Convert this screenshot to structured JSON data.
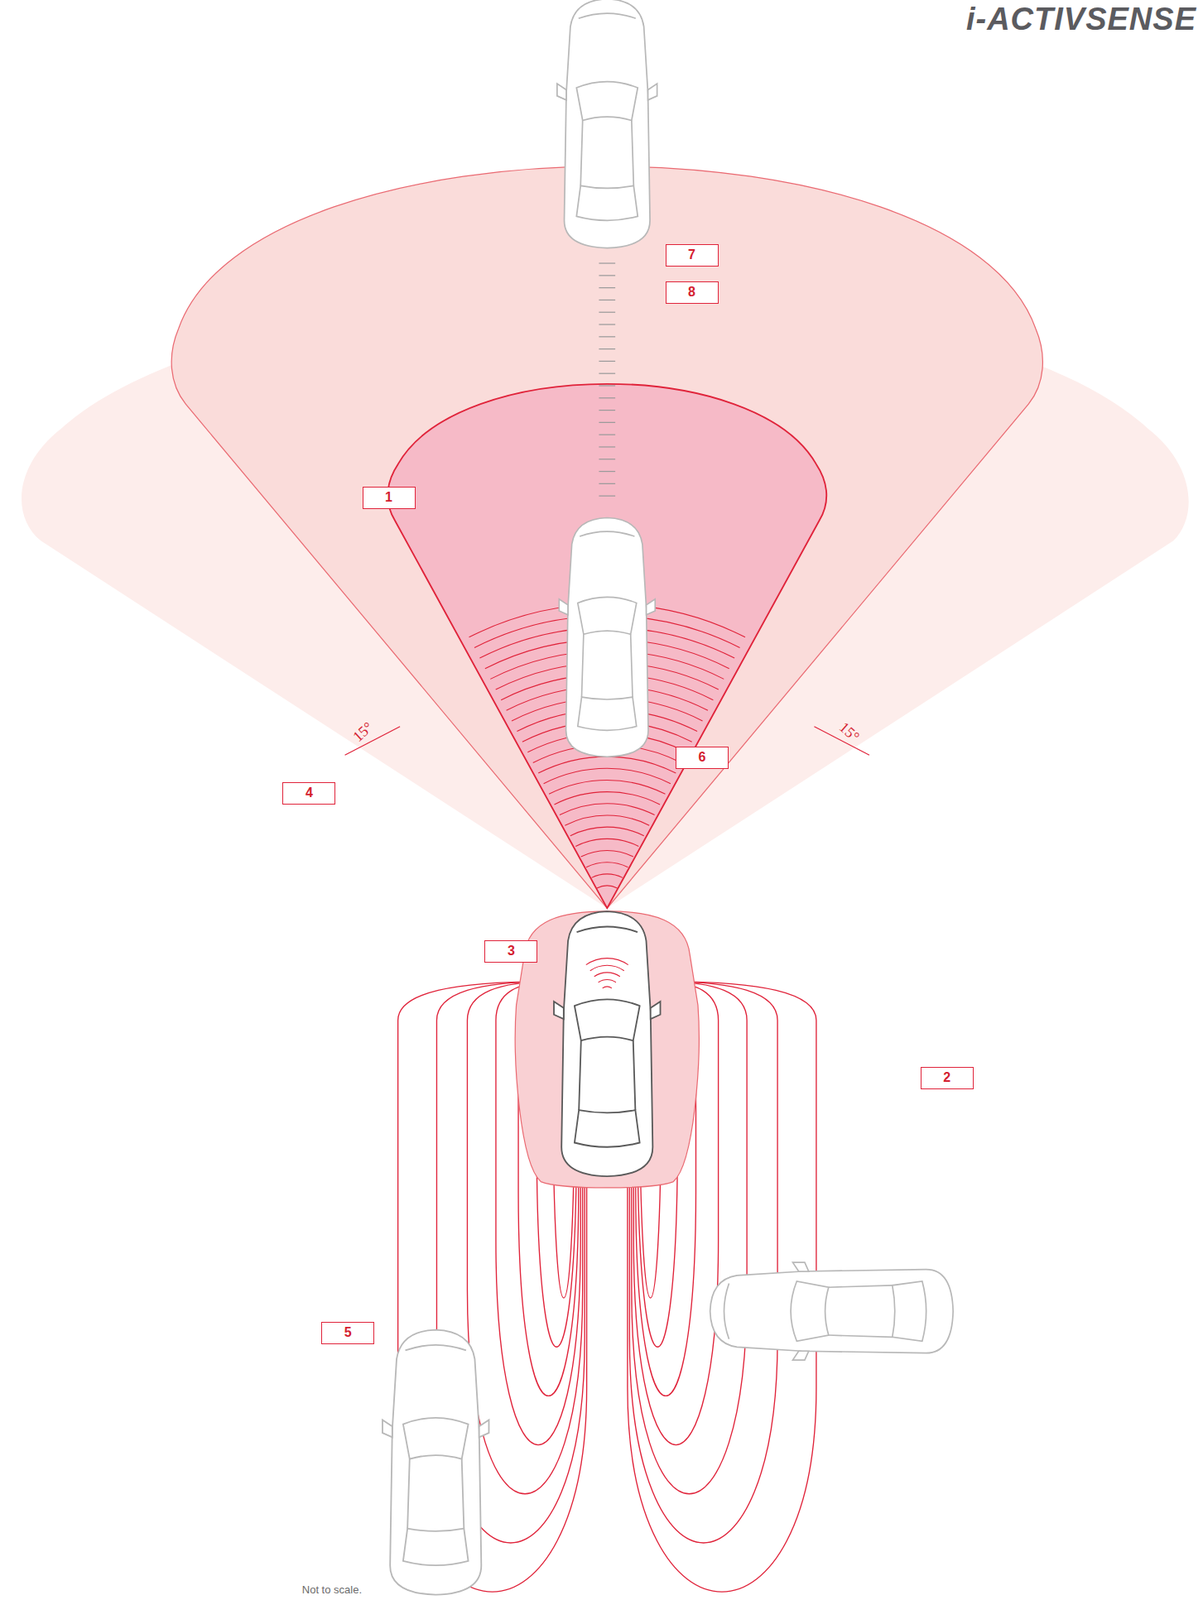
{
  "diagram": {
    "title": "i-ACTIVSENSE",
    "caption": "Not to scale.",
    "labels": [
      "7",
      "8",
      "1",
      "15°",
      "15°",
      "4",
      "6",
      "3",
      "2",
      "5"
    ]
  }
}
